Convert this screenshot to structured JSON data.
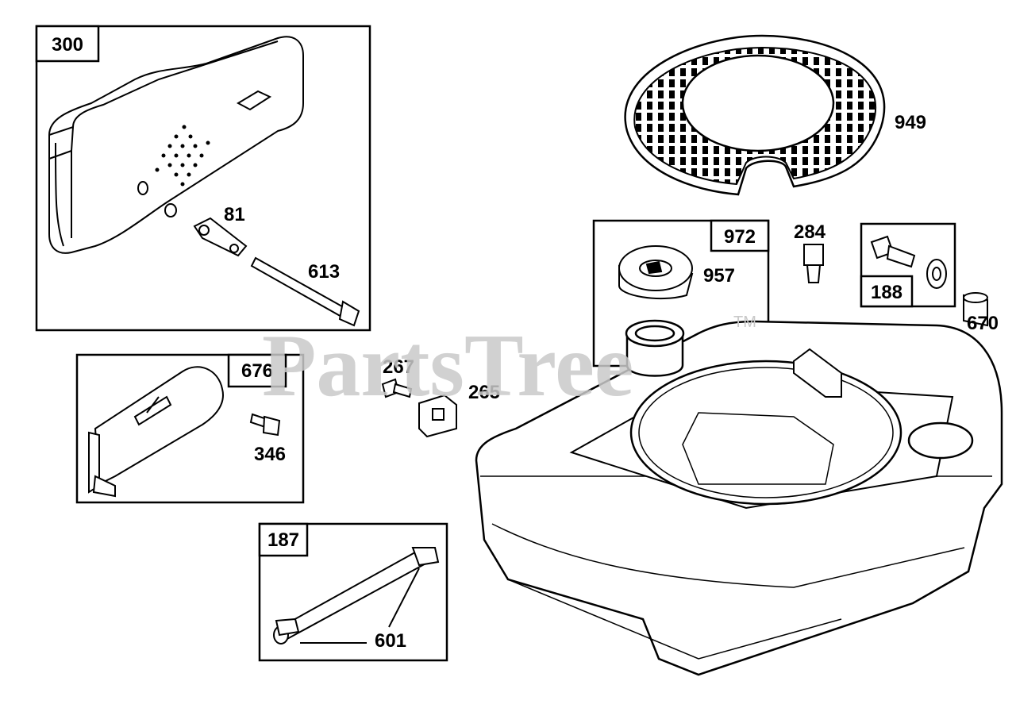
{
  "watermark": {
    "text": "PartsTree",
    "trademark": "TM"
  },
  "groups": {
    "muffler_group": {
      "number": "300",
      "parts": {
        "washer": "81",
        "bolt": "613"
      }
    },
    "guard_group": {
      "number": "676",
      "parts": {
        "screw": "346"
      }
    },
    "fuel_line_group": {
      "number": "187",
      "parts": {
        "clamp": "601"
      }
    },
    "fuel_cap_group": {
      "number": "972",
      "parts": {
        "cap": "957"
      }
    },
    "bolt_group": {
      "number": "188"
    }
  },
  "parts": {
    "blower_housing": "949",
    "stud": "284",
    "spacer": "670",
    "screw_267": "267",
    "bracket": "265"
  }
}
